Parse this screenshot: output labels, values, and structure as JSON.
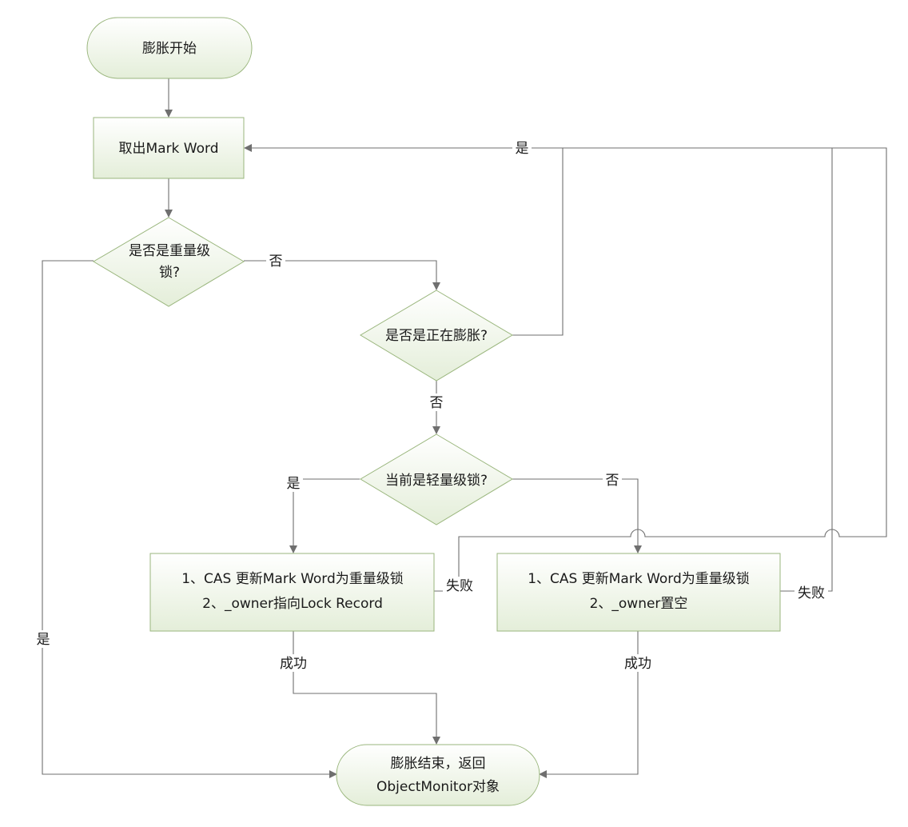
{
  "nodes": {
    "start": {
      "label": "膨胀开始"
    },
    "get_mark_word": {
      "label": "取出Mark Word"
    },
    "is_heavyweight": {
      "line1": "是否是重量级",
      "line2": "锁?"
    },
    "is_inflating": {
      "label": "是否是正在膨胀?"
    },
    "is_lightweight": {
      "label": "当前是轻量级锁?"
    },
    "cas_left": {
      "line1": "1、CAS 更新Mark Word为重量级锁",
      "line2": "2、_owner指向Lock Record"
    },
    "cas_right": {
      "line1": "1、CAS 更新Mark Word为重量级锁",
      "line2": "2、_owner置空"
    },
    "end": {
      "line1": "膨胀结束，返回",
      "line2": "ObjectMonitor对象"
    }
  },
  "edge_labels": {
    "inflating_yes": "是",
    "heavy_no": "否",
    "inflating_no": "否",
    "light_yes": "是",
    "light_no": "否",
    "left_fail": "失败",
    "right_fail": "失败",
    "heavy_yes": "是",
    "left_success": "成功",
    "right_success": "成功"
  },
  "colors": {
    "node_fill_top": "#ffffff",
    "node_fill_bottom": "#e4eed9",
    "node_border": "#9ab67d",
    "edge": "#6f6f6f"
  }
}
